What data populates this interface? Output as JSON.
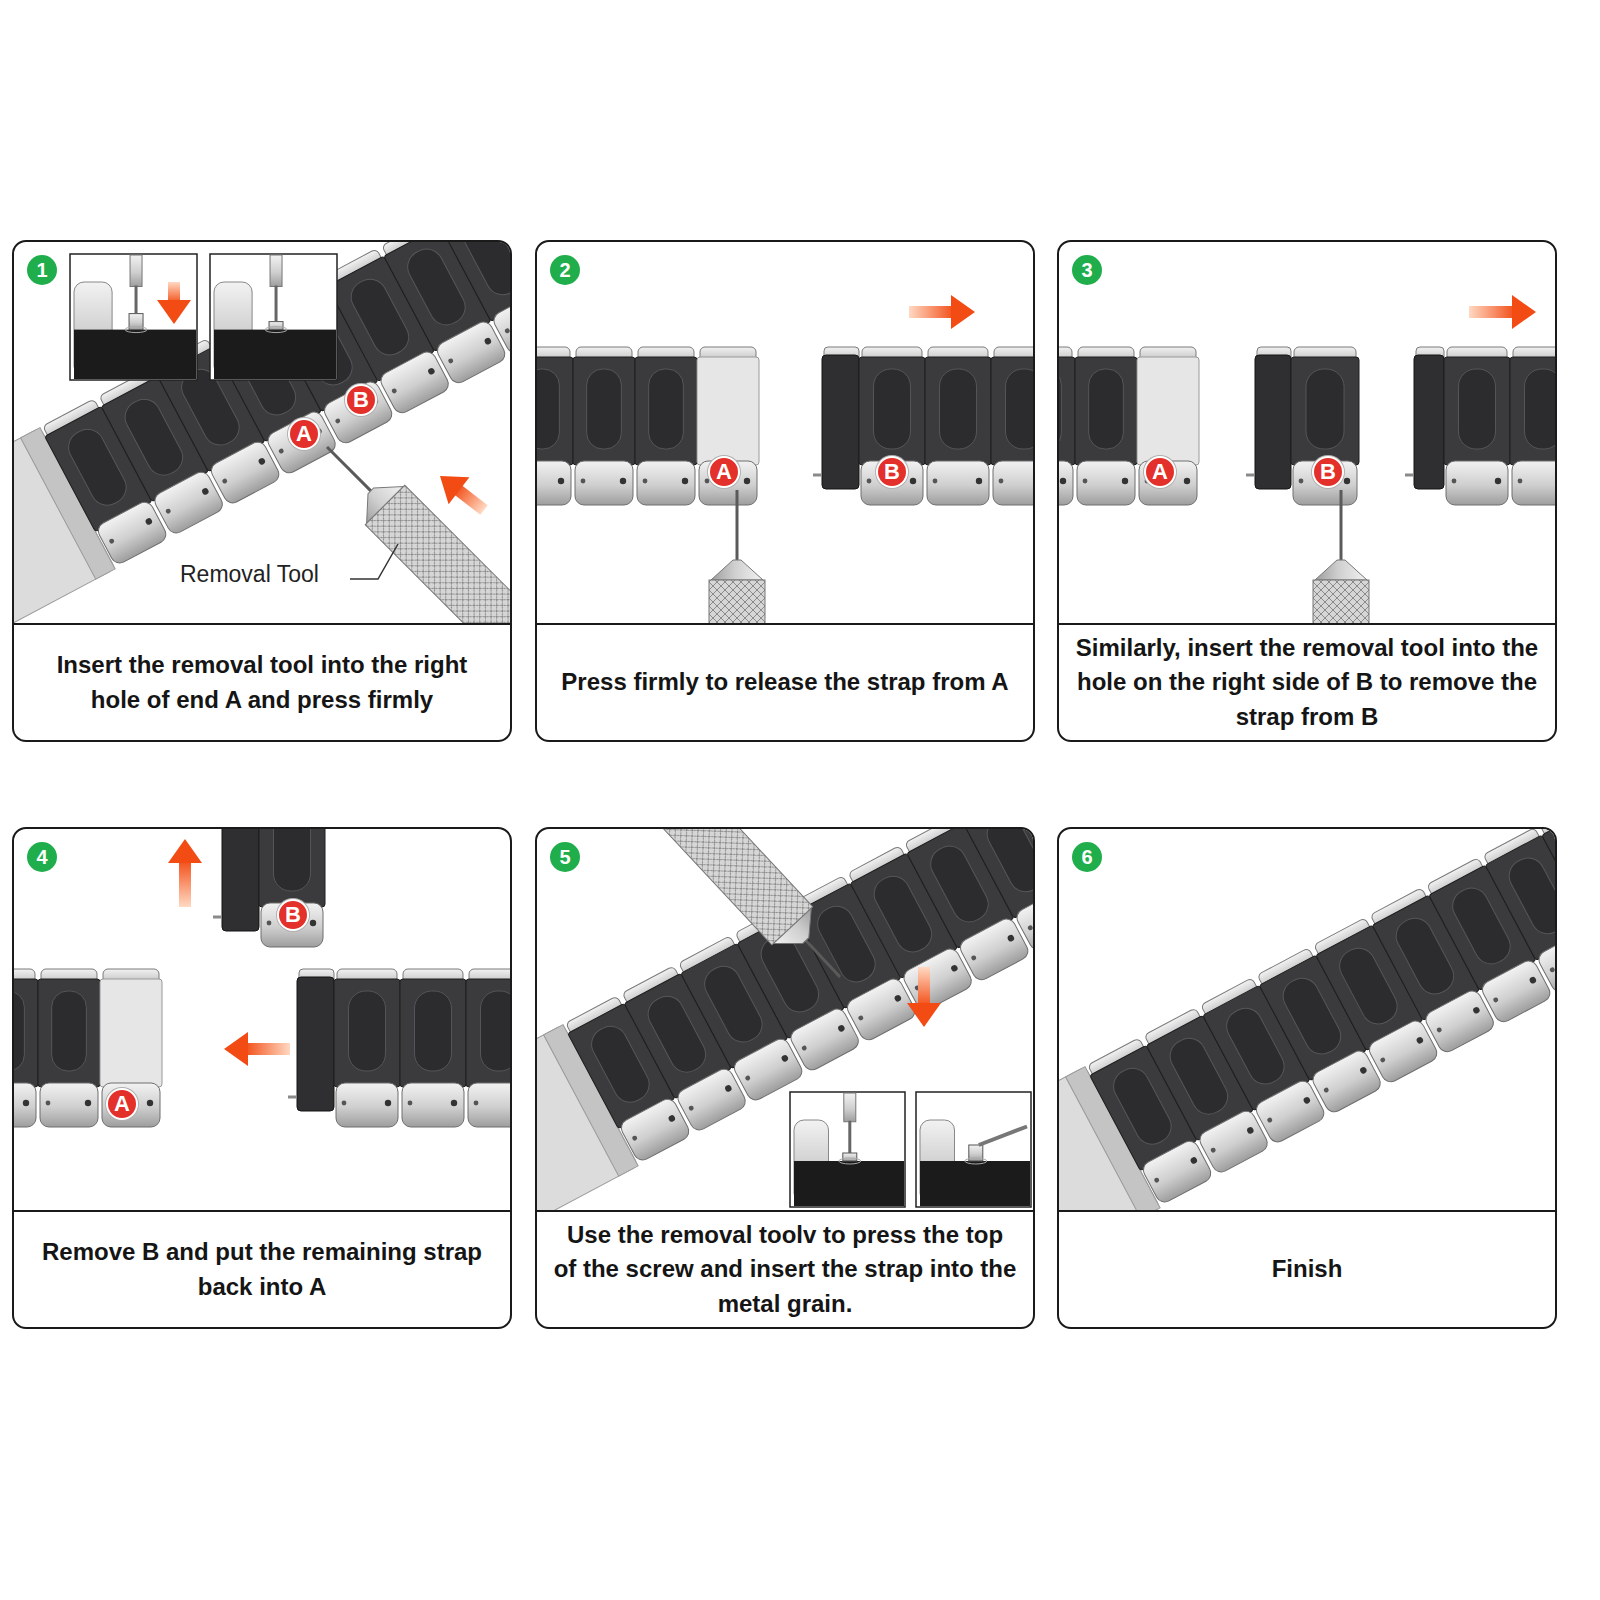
{
  "diagram": {
    "nodes": [
      {
        "text": [
          "Insert the removal tool into the right hole of end A and press firmly"
        ]
      },
      {
        "text": [
          "1"
        ],
        "in": 0
      },
      {
        "text": [
          "A"
        ],
        "in": 0
      },
      {
        "text": [
          "B"
        ],
        "in": 0
      },
      {
        "text": [
          "Press firmly to release the strap from A"
        ]
      },
      {
        "text": [
          "2"
        ],
        "in": 4
      },
      {
        "text": [
          "A"
        ],
        "in": 4
      },
      {
        "text": [
          "B"
        ],
        "in": 4
      },
      {
        "text": [
          "Similarly, insert the removal tool into the hole on the right side of B to remove the strap from B"
        ]
      },
      {
        "text": [
          "3"
        ],
        "in": 8
      },
      {
        "text": [
          "A"
        ],
        "in": 8
      },
      {
        "text": [
          "B"
        ],
        "in": 8
      },
      {
        "text": [
          "Remove B and put the remaining strap back into A"
        ]
      },
      {
        "text": [
          "4"
        ],
        "in": 12
      },
      {
        "text": [
          "B"
        ],
        "in": 12
      },
      {
        "text": [
          "A"
        ],
        "in": 12
      },
      {
        "text": [
          "Use the removal toolv to press the top of the screw and insert the strap into the metal grain."
        ]
      },
      {
        "text": [
          "5"
        ],
        "in": 16
      },
      {
        "text": [
          "Finish"
        ]
      },
      {
        "text": [
          "6"
        ],
        "in": 18
      }
    ],
    "labels": [
      "Removal Tool"
    ]
  }
}
